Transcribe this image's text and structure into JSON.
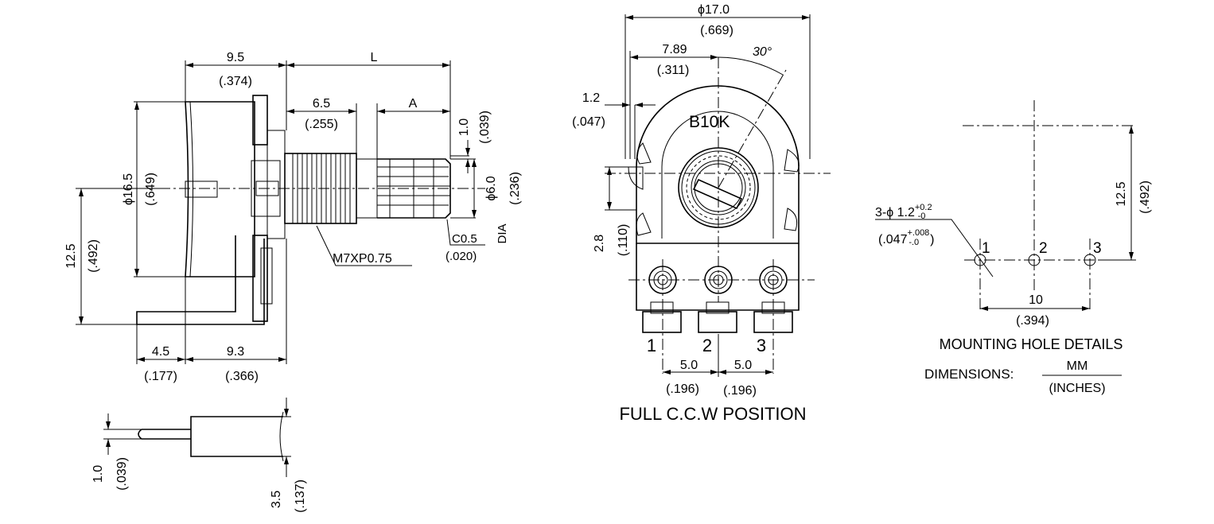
{
  "side_view": {
    "dim_9_5": "9.5",
    "dim_9_5_in": "(.374)",
    "dim_L": "L",
    "dim_6_5": "6.5",
    "dim_6_5_in": "(.255)",
    "dim_A": "A",
    "dim_1_0": "1.0",
    "dim_1_0_in": "(.039)",
    "dim_dia_16_5": "ϕ16.5",
    "dim_dia_16_5_in": "(.649)",
    "dim_dia_6_0": "ϕ6.0",
    "dim_dia_6_0_in": "(.236)",
    "dia_label": "DIA",
    "dim_12_5": "12.5",
    "dim_12_5_in": "(.492)",
    "thread_label": "M7XP0.75",
    "chamfer": "C0.5",
    "chamfer_in": "(.020)",
    "dim_4_5": "4.5",
    "dim_4_5_in": "(.177)",
    "dim_9_3": "9.3",
    "dim_9_3_in": "(.366)"
  },
  "terminal_view": {
    "dim_1_0": "1.0",
    "dim_1_0_in": "(.039)",
    "dim_3_5": "3.5",
    "dim_3_5_in": "(.137)"
  },
  "front_view": {
    "dim_17_0": "ϕ17.0",
    "dim_17_0_in": "(.669)",
    "dim_7_89": "7.89",
    "dim_7_89_in": "(.311)",
    "angle": "30°",
    "dim_1_2": "1.2",
    "dim_1_2_in": "(.047)",
    "dim_2_8": "2.8",
    "dim_2_8_in": "(.110)",
    "marking": "B10K",
    "pin_1": "1",
    "pin_2": "2",
    "pin_3": "3",
    "dim_5_0_a": "5.0",
    "dim_5_0_a_in": "(.196)",
    "dim_5_0_b": "5.0",
    "dim_5_0_b_in": "(.196)",
    "caption": "FULL C.C.W POSITION"
  },
  "mounting": {
    "hole_spec_main": "3-ϕ 1.2",
    "hole_spec_sup": "+0.2",
    "hole_spec_sub": "-0",
    "hole_spec_in_main": "(.047",
    "hole_spec_in_sup": "+.008",
    "hole_spec_in_sub": "-.0",
    "hole_spec_in_close": ")",
    "pin_1": "1",
    "pin_2": "2",
    "pin_3": "3",
    "dim_12_5": "12.5",
    "dim_12_5_in": "(.492)",
    "dim_10": "10",
    "dim_10_in": "(.394)",
    "title": "MOUNTING HOLE DETAILS",
    "units_label": "DIMENSIONS:",
    "units_mm": "MM",
    "units_in": "(INCHES)"
  }
}
